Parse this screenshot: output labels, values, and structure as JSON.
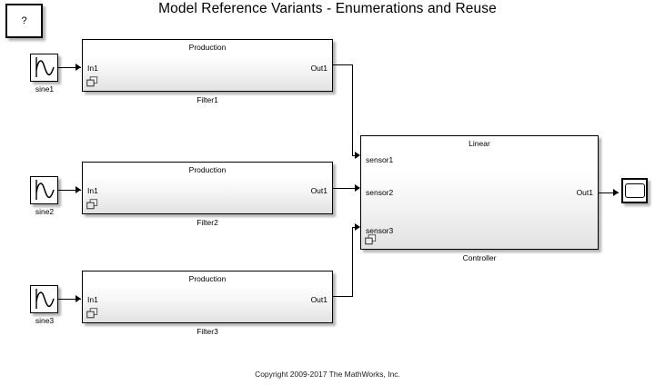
{
  "title": "Model Reference Variants - Enumerations and Reuse",
  "copyright": "Copyright 2009-2017 The MathWorks, Inc.",
  "help_block": {
    "label": "?",
    "name": "help-block"
  },
  "sources": [
    {
      "label": "sine1",
      "icon": "sine-wave-icon"
    },
    {
      "label": "sine2",
      "icon": "sine-wave-icon"
    },
    {
      "label": "sine3",
      "icon": "sine-wave-icon"
    }
  ],
  "filters": [
    {
      "name": "Filter1",
      "variant": "Production",
      "inport": "In1",
      "outport": "Out1",
      "badge": "model-reference-icon"
    },
    {
      "name": "Filter2",
      "variant": "Production",
      "inport": "In1",
      "outport": "Out1",
      "badge": "model-reference-icon"
    },
    {
      "name": "Filter3",
      "variant": "Production",
      "inport": "In1",
      "outport": "Out1",
      "badge": "model-reference-icon"
    }
  ],
  "controller": {
    "name": "Controller",
    "variant": "Linear",
    "inports": [
      "sensor1",
      "sensor2",
      "sensor3"
    ],
    "outport": "Out1",
    "badge": "model-reference-icon"
  },
  "scope": {
    "name": "scope-block",
    "icon": "scope-icon"
  },
  "colors": {
    "background": "#ffffff",
    "line": "#000000",
    "block_border": "#000000",
    "block_fill_top": "#ffffff",
    "block_fill_bottom": "#e2e2e2",
    "text": "#000000"
  }
}
